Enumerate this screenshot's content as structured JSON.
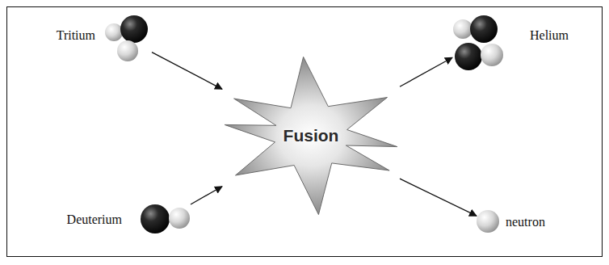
{
  "diagram": {
    "nodes": [
      {
        "text": [
          "Tritium"
        ]
      },
      {
        "text": [
          "Helium"
        ]
      },
      {
        "text": [
          "Fusion"
        ]
      },
      {
        "text": [
          "Deuterium"
        ]
      },
      {
        "text": [
          "neutron"
        ]
      }
    ],
    "edges": [
      {
        "from": 0,
        "to": 2,
        "arrow": "to"
      },
      {
        "from": 3,
        "to": 2,
        "arrow": "to"
      },
      {
        "from": 2,
        "to": 1,
        "arrow": "to"
      },
      {
        "from": 2,
        "to": 4,
        "arrow": "to"
      }
    ]
  }
}
